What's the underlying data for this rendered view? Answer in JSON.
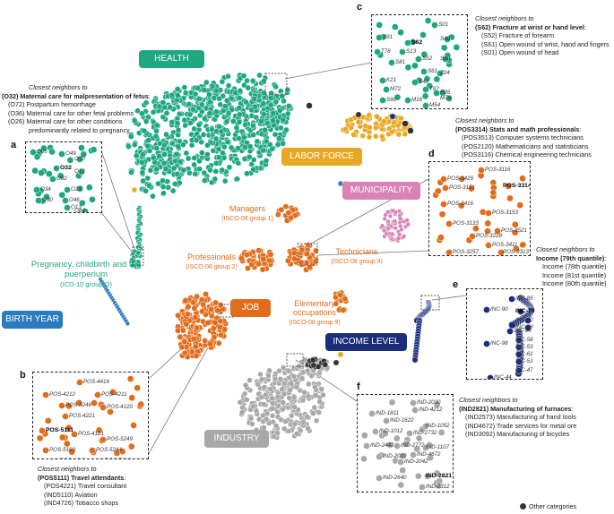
{
  "colors": {
    "health": "#1fa781",
    "labor": "#e9a823",
    "municipality": "#d982b5",
    "job": "#e16d1c",
    "income": "#1c2e7a",
    "industry": "#a8a8a8",
    "birth": "#2b7bbf",
    "other": "#333333"
  },
  "clusters": {
    "health": "HEALTH",
    "labor": "LABOR FORCE",
    "municipality": "MUNICIPALITY",
    "job": "JOB",
    "income": "INCOME LEVEL",
    "industry": "INDUSTRY",
    "birth": "BIRTH YEAR"
  },
  "groups": {
    "pregnancy_title": "Pregnancy, childbirth and the puerperium",
    "pregnancy_sub": "(ICD-10 group O)",
    "managers_title": "Managers",
    "managers_sub": "(ISCO-08 group 1)",
    "professionals_title": "Professionals",
    "professionals_sub": "(ISCO-08 group 2)",
    "technicians_title": "Technicians",
    "technicians_sub": "(ISCO-08 group 3)",
    "elementary_title": "Elementary occupations",
    "elementary_sub": "(ISCO-08 group 9)"
  },
  "annotations": {
    "a": {
      "intro": "Closest neighbors to",
      "head": "(O32) Maternal care for malpresentation of fetus",
      "items": [
        "(O72) Postpartum hemorrhage",
        "(O36) Maternal care for other fetal problems",
        "(O26) Maternal care for other conditions",
        "predominantly related to pregnancy"
      ]
    },
    "b": {
      "intro": "Closest neighbors to",
      "head": "(POS5111) Travel attendants",
      "items": [
        "(POS4221) Travel consultant",
        "(IND5110)  Aviation",
        "(IND4726)  Tobacco shops"
      ]
    },
    "c": {
      "intro": "Closest neighbors to",
      "head": "(S62) Fracture at wrist or hand level",
      "items": [
        "(S52) Fracture of forearm",
        "(S61) Open wound of wrist, hand and fingers",
        "(S01) Open wound of head"
      ]
    },
    "d": {
      "intro": "Closest neighbors to",
      "head": "(POS3314) Stats and math professionals",
      "items": [
        "(POS3513) Computer systems technicians",
        "(POS2120) Mathematicians and statisticians",
        "(POS3116) Chemical engineering technicians"
      ]
    },
    "e": {
      "intro": "Closest neighbors to",
      "head": "Income (79th quantile)",
      "items": [
        "Income (78th quantile)",
        "Income (81st quantile)",
        "Income (80th quantile)"
      ]
    },
    "f": {
      "intro": "Closest neighbors to",
      "head": "(IND2821) Manufacturing of furnaces",
      "items": [
        "(IND2573) Manufacturing of hand tools",
        "(IND4672) Trade services for metal ore",
        "(IND3092) Manufacturing of bicycles"
      ]
    }
  },
  "insets": {
    "a": {
      "letter": "a",
      "labels": [
        "O05",
        "O49",
        "O32",
        "O70",
        "O72",
        "O82",
        "O34",
        "O23",
        "O46",
        "O30",
        "O13",
        "O84",
        "O42"
      ]
    },
    "b": {
      "letter": "b",
      "labels": [
        "POS-4416",
        "POS-4212",
        "POS-4211",
        "POS-5246",
        "POS-4120",
        "POS-4221",
        "POS-5111",
        "POS-4121",
        "POS-5249",
        "POS-5169",
        "POS-5244",
        "POS-4311",
        "POS-7126"
      ]
    },
    "c": {
      "letter": "c",
      "labels": [
        "S01",
        "S91",
        "S62",
        "S40",
        "T78",
        "S13",
        "S52",
        "S80",
        "S81",
        "S61",
        "Z04",
        "K21",
        "M72",
        "S42",
        "T92",
        "R05",
        "M79",
        "S90",
        "M16",
        "M54",
        "I73"
      ]
    },
    "d": {
      "letter": "d",
      "labels": [
        "POS-3116",
        "POS-3429",
        "POS-3151",
        "POS-3314",
        "POS-3416",
        "POS-3153",
        "POS-3133",
        "POS-3521",
        "POS-3228",
        "POS-3411",
        "POS-3257",
        "POS-3313"
      ]
    },
    "e": {
      "letter": "e",
      "labels": [
        "INC-85",
        "INC-90",
        "INC-79",
        "INC-80",
        "INC-68",
        "INC-94",
        "INC-58",
        "INC-98",
        "INC-53",
        "INC-61",
        "INC-51",
        "INC-47",
        "INC-44"
      ]
    },
    "f": {
      "letter": "f",
      "labels": [
        "IND-2030",
        "IND-1811",
        "IND-4212",
        "IND-1622",
        "IND-1052",
        "IND-1012",
        "IND-2732",
        "IND-2442",
        "IND-2772",
        "IND-1107",
        "IND-4672",
        "IND-2020",
        "IND-2042",
        "IND-2640",
        "IND-2821",
        "IND-2312"
      ]
    }
  },
  "legend": {
    "other": "Other categories"
  }
}
